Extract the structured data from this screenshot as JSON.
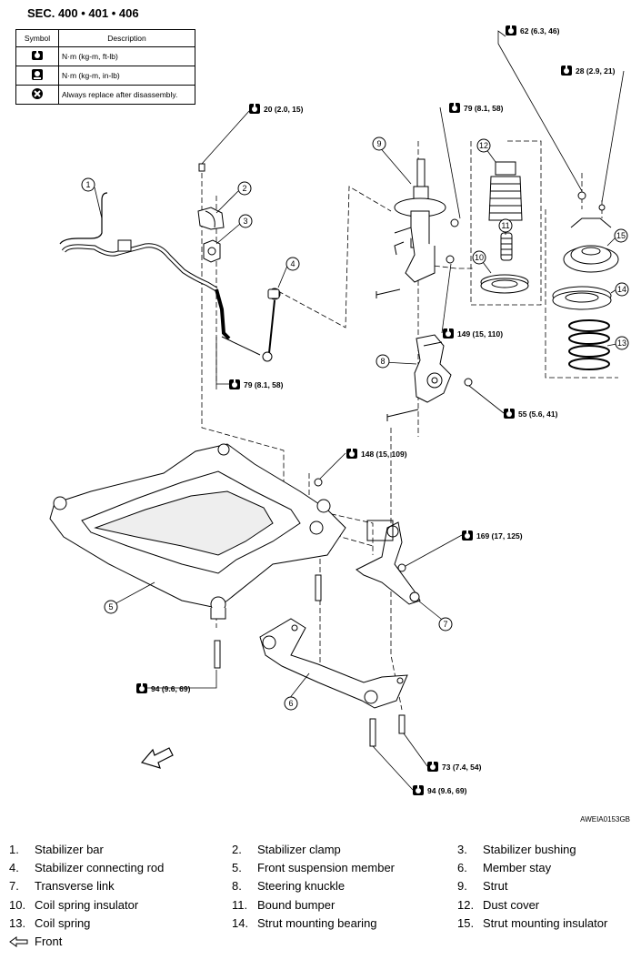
{
  "header": {
    "section": "SEC. 400 • 401 • 406"
  },
  "legend": {
    "col_symbol": "Symbol",
    "col_description": "Description",
    "rows": [
      {
        "icon": "torque-nm-icon",
        "description": "N·m (kg-m, ft-lb)"
      },
      {
        "icon": "torque-nm-inlb-icon",
        "description": "N·m (kg-m, in-lb)"
      },
      {
        "icon": "always-replace-icon",
        "description": "Always replace after disassembly."
      }
    ]
  },
  "torques": {
    "t62": "62 (6.3, 46)",
    "t28": "28 (2.9, 21)",
    "t20": "20 (2.0, 15)",
    "t79a": "79 (8.1, 58)",
    "t149": "149 (15, 110)",
    "t79b": "79 (8.1, 58)",
    "t55": "55 (5.6, 41)",
    "t148": "148 (15, 109)",
    "t169": "169 (17, 125)",
    "t94a": "94 (9.6, 69)",
    "t73": "73 (7.4, 54)",
    "t94b": "94 (9.6, 69)"
  },
  "callouts": [
    "1",
    "2",
    "3",
    "4",
    "5",
    "6",
    "7",
    "8",
    "9",
    "10",
    "11",
    "12",
    "13",
    "14",
    "15"
  ],
  "figure_code": "AWEIA0153GB",
  "parts": [
    {
      "num": "1.",
      "name": "Stabilizer bar"
    },
    {
      "num": "2.",
      "name": "Stabilizer clamp"
    },
    {
      "num": "3.",
      "name": "Stabilizer bushing"
    },
    {
      "num": "4.",
      "name": "Stabilizer connecting rod"
    },
    {
      "num": "5.",
      "name": "Front suspension member"
    },
    {
      "num": "6.",
      "name": "Member stay"
    },
    {
      "num": "7.",
      "name": "Transverse link"
    },
    {
      "num": "8.",
      "name": "Steering knuckle"
    },
    {
      "num": "9.",
      "name": "Strut"
    },
    {
      "num": "10.",
      "name": "Coil spring insulator"
    },
    {
      "num": "11.",
      "name": "Bound bumper"
    },
    {
      "num": "12.",
      "name": "Dust cover"
    },
    {
      "num": "13.",
      "name": "Coil spring"
    },
    {
      "num": "14.",
      "name": "Strut mounting bearing"
    },
    {
      "num": "15.",
      "name": "Strut mounting insulator"
    }
  ],
  "front_legend": {
    "icon": "front-arrow-icon",
    "label": "Front"
  }
}
